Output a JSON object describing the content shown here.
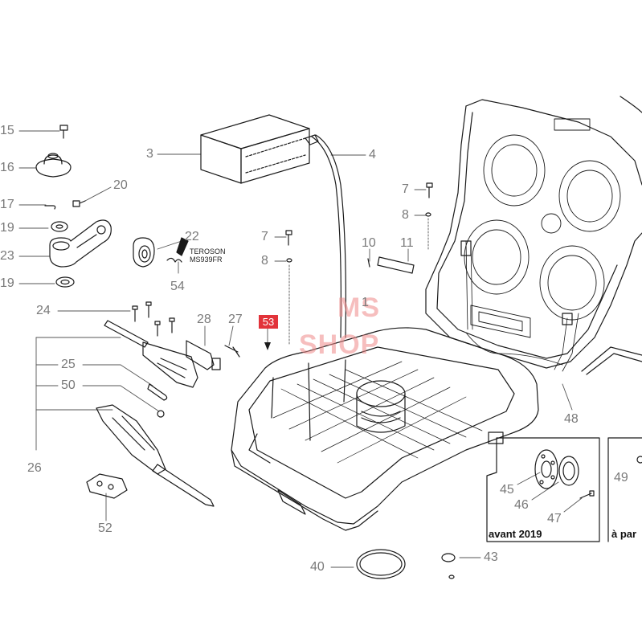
{
  "labels": {
    "l15": "15",
    "l16": "16",
    "l17": "17",
    "l19a": "19",
    "l20": "20",
    "l23": "23",
    "l19b": "19",
    "l3": "3",
    "l4": "4",
    "l7a": "7",
    "l8a": "8",
    "l7b": "7",
    "l8b": "8",
    "l10": "10",
    "l11": "11",
    "l22": "22",
    "l54": "54",
    "l24": "24",
    "l28": "28",
    "l27": "27",
    "l25": "25",
    "l50": "50",
    "l26": "26",
    "l52": "52",
    "l53": "53",
    "l1": "1",
    "l48": "48",
    "l45": "45",
    "l46": "46",
    "l47": "47",
    "l49": "49",
    "l40": "40",
    "l43": "43"
  },
  "note": {
    "line1": "TEROSON",
    "line2": "MS939FR"
  },
  "boxes": {
    "left_caption": "avant 2019",
    "right_caption": "à par"
  },
  "watermark": {
    "line1": "MS",
    "line2": "SHOP"
  },
  "colors": {
    "line": "#1a1a1a",
    "label": "#7a7a7a",
    "tag": "#e2333a",
    "watermark": "#ef8a8a"
  }
}
